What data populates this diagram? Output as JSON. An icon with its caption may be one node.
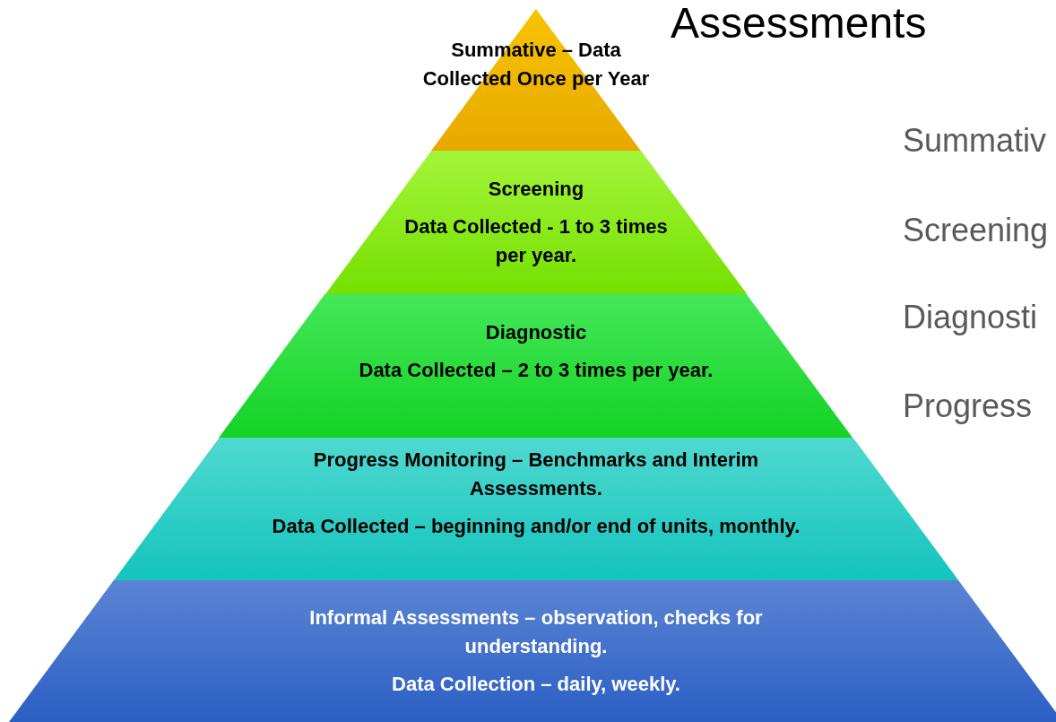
{
  "diagram": {
    "title": "Assessments",
    "nodes": [
      {
        "text": [
          "Summative – Data Collected Once per Year"
        ]
      },
      {
        "text": [
          "Screening",
          "Data Collected - 1 to 3 times per year."
        ]
      },
      {
        "text": [
          "Diagnostic",
          "Data Collected – 2 to 3 times per year."
        ]
      },
      {
        "text": [
          "Progress Monitoring – Benchmarks and Interim Assessments.",
          "Data Collected – beginning and/or end of units, monthly."
        ]
      },
      {
        "text": [
          "Informal Assessments – observation, checks for understanding.",
          "Data Collection – daily, weekly."
        ]
      }
    ],
    "labels": [
      "Summativ",
      "Screening",
      "Diagnosti",
      "Progress"
    ]
  }
}
